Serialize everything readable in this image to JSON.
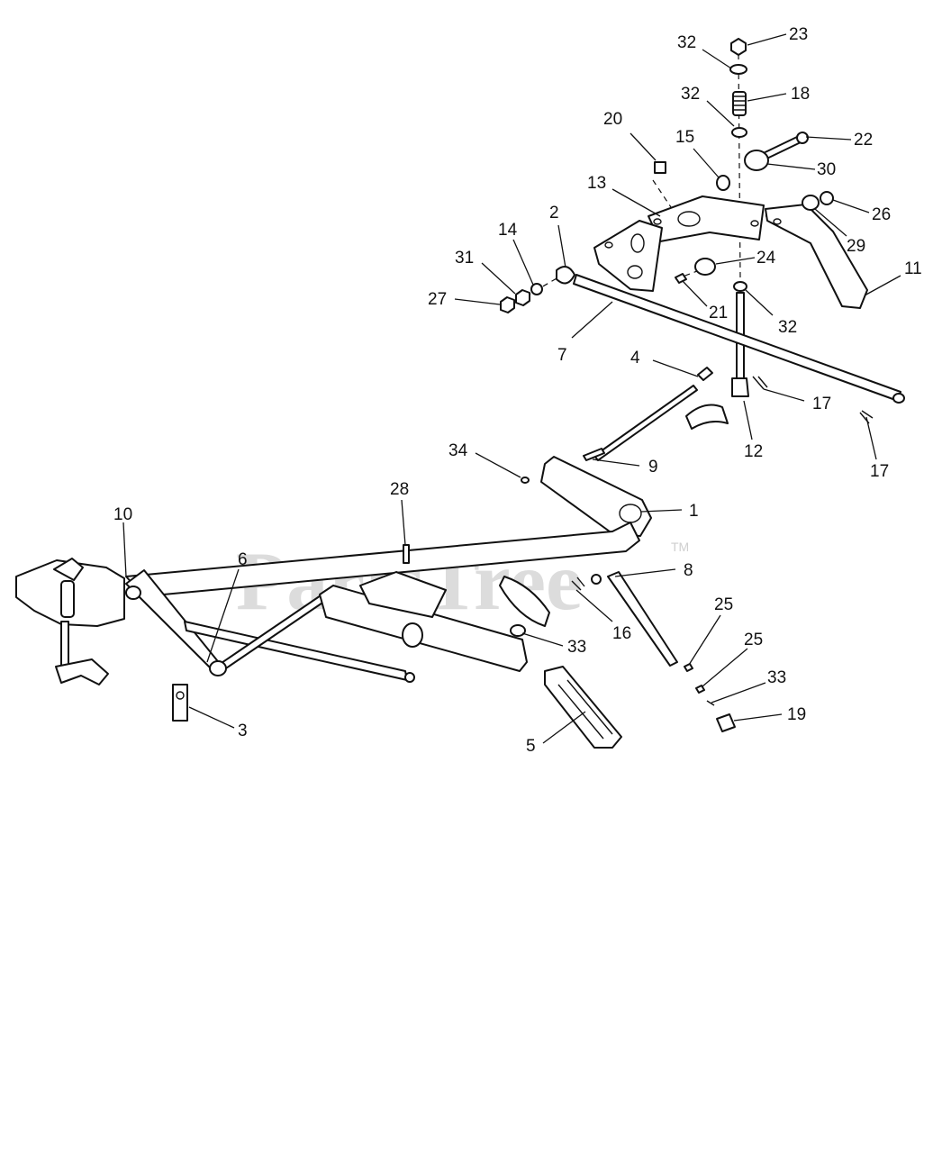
{
  "watermark": {
    "text": "PartsTree",
    "trademark": "TM",
    "color": "#dcdcdc"
  },
  "callouts": [
    {
      "id": "c23a",
      "text": "23"
    },
    {
      "id": "c32a",
      "text": "32"
    },
    {
      "id": "c18",
      "text": "18"
    },
    {
      "id": "c32b",
      "text": "32"
    },
    {
      "id": "c20",
      "text": "20"
    },
    {
      "id": "c15",
      "text": "15"
    },
    {
      "id": "c22",
      "text": "22"
    },
    {
      "id": "c30",
      "text": "30"
    },
    {
      "id": "c13",
      "text": "13"
    },
    {
      "id": "c26",
      "text": "26"
    },
    {
      "id": "c29",
      "text": "29"
    },
    {
      "id": "c2",
      "text": "2"
    },
    {
      "id": "c14",
      "text": "14"
    },
    {
      "id": "c24",
      "text": "24"
    },
    {
      "id": "c31",
      "text": "31"
    },
    {
      "id": "c11",
      "text": "11"
    },
    {
      "id": "c27",
      "text": "27"
    },
    {
      "id": "c21",
      "text": "21"
    },
    {
      "id": "c32c",
      "text": "32"
    },
    {
      "id": "c7",
      "text": "7"
    },
    {
      "id": "c4",
      "text": "4"
    },
    {
      "id": "c17a",
      "text": "17"
    },
    {
      "id": "c12",
      "text": "12"
    },
    {
      "id": "c17b",
      "text": "17"
    },
    {
      "id": "c34",
      "text": "34"
    },
    {
      "id": "c9",
      "text": "9"
    },
    {
      "id": "c1",
      "text": "1"
    },
    {
      "id": "c28",
      "text": "28"
    },
    {
      "id": "c10",
      "text": "10"
    },
    {
      "id": "c6",
      "text": "6"
    },
    {
      "id": "c8",
      "text": "8"
    },
    {
      "id": "c25a",
      "text": "25"
    },
    {
      "id": "c16",
      "text": "16"
    },
    {
      "id": "c33a",
      "text": "33"
    },
    {
      "id": "c25b",
      "text": "25"
    },
    {
      "id": "c33b",
      "text": "33"
    },
    {
      "id": "c3",
      "text": "3"
    },
    {
      "id": "c19",
      "text": "19"
    },
    {
      "id": "c5",
      "text": "5"
    }
  ]
}
